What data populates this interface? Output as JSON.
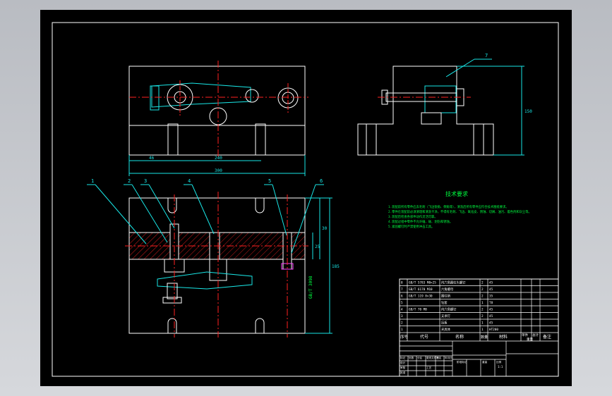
{
  "drawing": {
    "colors": {
      "background": "#000000",
      "outline": "#ffffff",
      "centerline": "#ff2020",
      "dimension": "#19e6e6",
      "hatch": "#ff2020",
      "annotation": "#00ff40",
      "table_text": "#ffffff",
      "highlight": "#ff40ff"
    },
    "top_view": {
      "dims": [
        "46",
        "240",
        "300"
      ]
    },
    "side_view": {
      "part_number": "7",
      "height_dim": "150"
    },
    "front_view": {
      "part_numbers": [
        "1",
        "2",
        "3",
        "4",
        "5",
        "6"
      ],
      "dims_right": [
        "25",
        "30",
        "185"
      ],
      "side_note": "GB/T 3098"
    },
    "technical_requirements": {
      "title": "技术要求",
      "lines": [
        "1.装配前所有零件应去毛刺（飞边锐角、倒角等），清洗后所有零件应符合技术图纸要求。",
        "2.零件在装配前必须清理和清洗干净，不得有毛刺、飞边、氧化皮、锈蚀、切屑、油污、着色剂和灰尘等。",
        "3.装配后检查各部件动作灵活可靠。",
        "4.装配过程中零件不允许磕、碰、划伤和锈蚀。",
        "5.紧固螺钉时严禁使用冲击工具。"
      ]
    },
    "bom": {
      "rows": [
        [
          "8",
          "GB/T 5783 M8×25",
          "内六角圆柱头螺钉",
          "2",
          "45"
        ],
        [
          "7",
          "GB/T 6170 M10",
          "六角螺母",
          "2",
          "45"
        ],
        [
          "6",
          "GB/T 119 8×30",
          "圆柱销",
          "2",
          "35"
        ],
        [
          "5",
          "",
          "钻套",
          "1",
          "T8"
        ],
        [
          "4",
          "GB/T 70 M8",
          "内六角螺钉",
          "2",
          "45"
        ],
        [
          "3",
          "",
          "支承钉",
          "2",
          "45"
        ],
        [
          "2",
          "",
          "压板",
          "1",
          "45"
        ],
        [
          "1",
          "",
          "夹具体",
          "1",
          "HT200"
        ]
      ],
      "header": {
        "no": "序号",
        "code": "代号",
        "name": "名称",
        "qty": "数量",
        "material": "材料",
        "unit_weight": "单件",
        "total_weight": "总计",
        "weight": "重量",
        "remark": "备注"
      }
    },
    "title_block": {
      "labels": [
        "标记",
        "处数",
        "分区",
        "更改文件号",
        "签名",
        "年月日",
        "设计",
        "审核",
        "工艺",
        "批准",
        "阶段标记",
        "重量",
        "比例"
      ],
      "scale": "1:1"
    }
  }
}
